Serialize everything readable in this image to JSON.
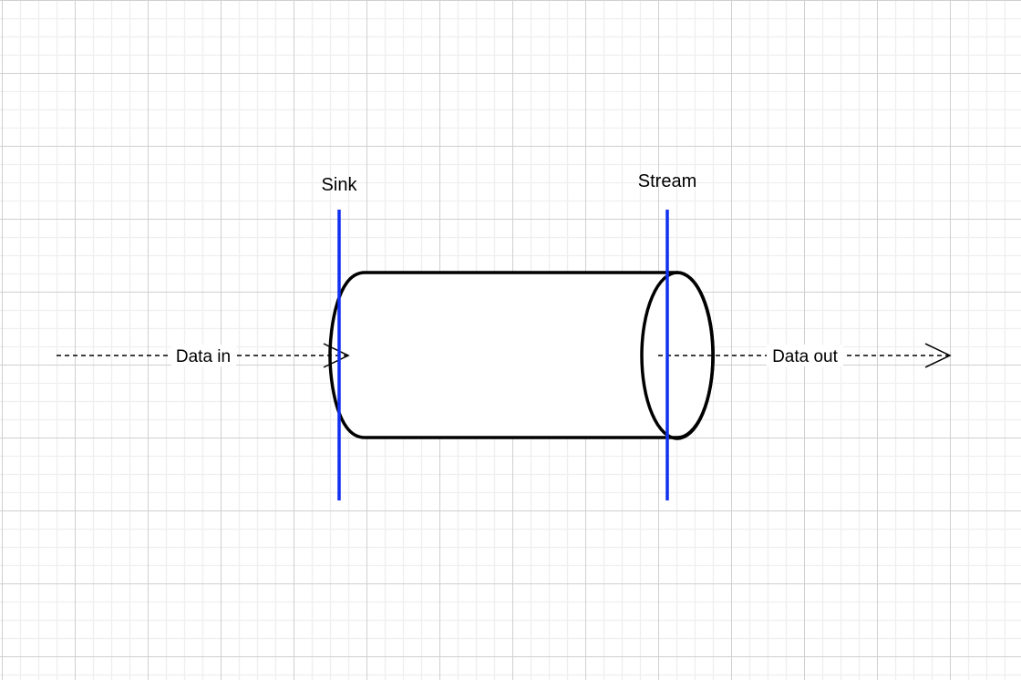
{
  "labels": {
    "sink": "Sink",
    "stream": "Stream",
    "data_in": "Data in",
    "data_out": "Data out"
  },
  "colors": {
    "marker_line": "#1030f0",
    "outline": "#000000",
    "grid_minor": "#efefef",
    "grid_major": "#d0d0d0"
  }
}
